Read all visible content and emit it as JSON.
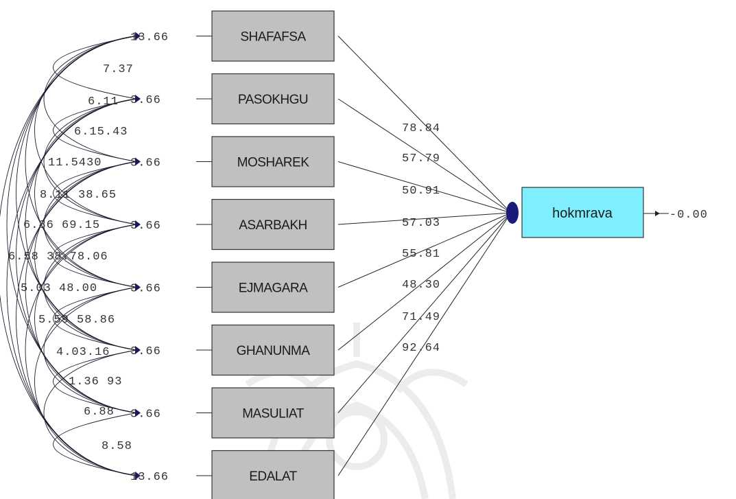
{
  "observed": [
    {
      "name": "SHAFAFSA",
      "error": "13.66"
    },
    {
      "name": "PASOKHGU",
      "error": "3.66"
    },
    {
      "name": "MOSHAREK",
      "error": "3.66"
    },
    {
      "name": "ASARBAKH",
      "error": "3.66"
    },
    {
      "name": "EJMAGARA",
      "error": "3.66"
    },
    {
      "name": "GHANUNMA",
      "error": "3.66"
    },
    {
      "name": "MASULIAT",
      "error": "3.66"
    },
    {
      "name": "EDALAT",
      "error": "13.66"
    }
  ],
  "latent": {
    "name": "hokmrava",
    "error": "-0.00"
  },
  "path_values": [
    "78.84",
    "57.79",
    "50.91",
    "57.03",
    "55.81",
    "48.30",
    "71.49",
    "92.64"
  ],
  "covariance_labels": [
    "7.37",
    "6.11",
    "6.15.43",
    "11.5430",
    "8.11 38.65",
    "6.86 69.15",
    "6.58 38.78.06",
    "5.03 48.00",
    "5.59 58.86",
    "4.03.16",
    "1.36 93",
    "6.88",
    "8.58"
  ]
}
